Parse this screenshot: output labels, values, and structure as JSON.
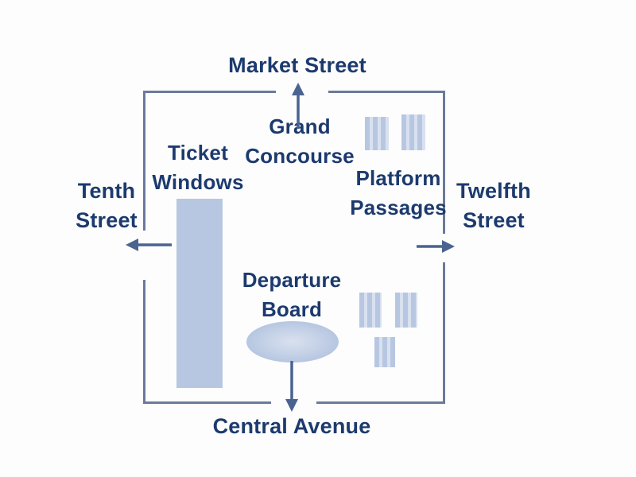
{
  "colors": {
    "bg": "#fdfdfd",
    "text": "#1c3a6e",
    "wall": "#6a7a9b",
    "arrow": "#4a6390",
    "shape-fill": "#b7c7e1",
    "shape-stripe": "#d9e1ef"
  },
  "streets": {
    "top": "Market Street",
    "bottom": "Central Avenue",
    "left": "Tenth\nStreet",
    "right": "Twelfth\nStreet"
  },
  "areas": {
    "concourse": "Grand\nConcourse",
    "ticket_windows": "Ticket\nWindows",
    "platform_passages": "Platform\nPassages",
    "departure_board": "Departure\nBoard"
  }
}
